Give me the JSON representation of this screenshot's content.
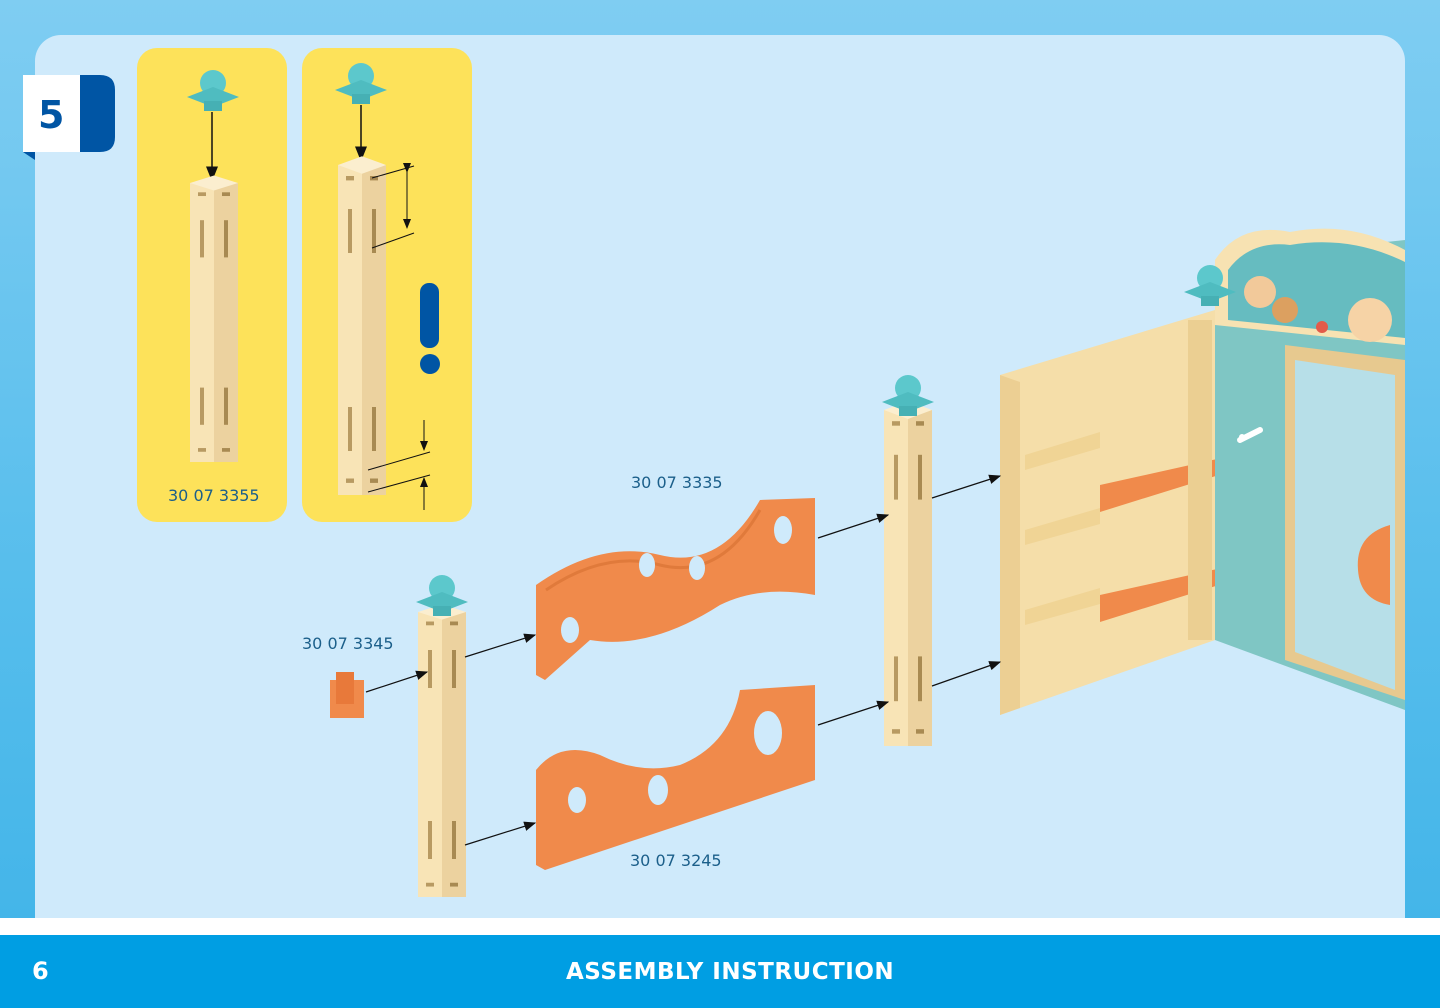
{
  "step": {
    "number": "5"
  },
  "parts": {
    "post_main": "30 07 3355",
    "fence_top": "30 07 3335",
    "clip": "30 07 3345",
    "fence_bottom": "30 07 3245"
  },
  "footer": {
    "page_number": "6",
    "title": "ASSEMBLY INSTRUCTION"
  },
  "colors": {
    "accent_blue": "#009ee3",
    "step_blue": "#0055a4",
    "callout_yellow": "#fde25a",
    "part_orange": "#f08a4b",
    "post_cream": "#f8e4b6",
    "cap_teal": "#5cc8cc"
  }
}
